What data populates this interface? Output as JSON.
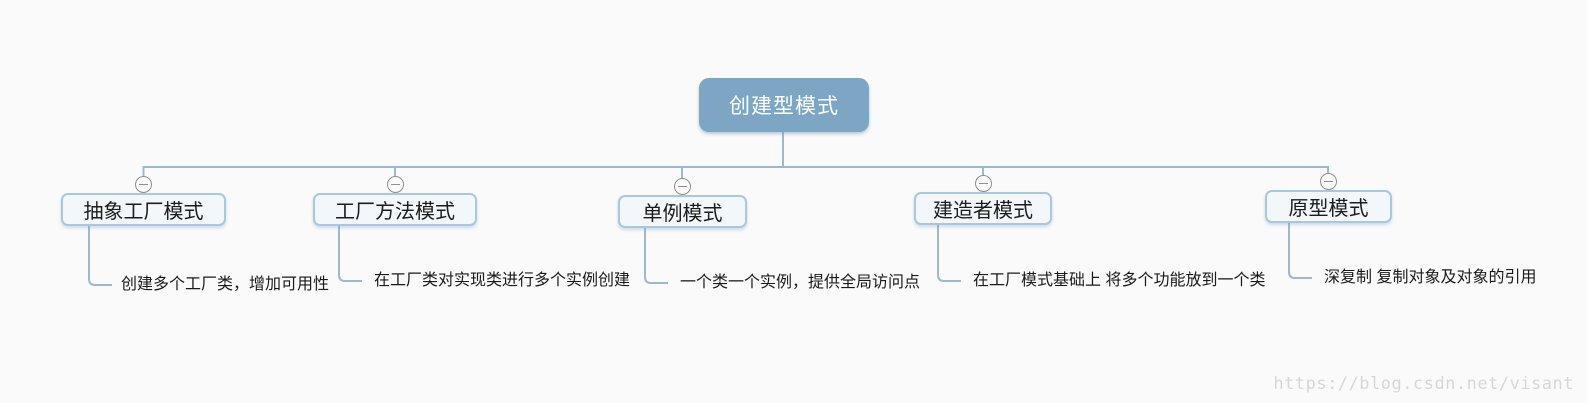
{
  "diagram": {
    "root": {
      "label": "创建型模式"
    },
    "children": [
      {
        "label": "抽象工厂模式",
        "note": "创建多个工厂类，增加可用性"
      },
      {
        "label": "工厂方法模式",
        "note": "在工厂类对实现类进行多个实例创建"
      },
      {
        "label": "单例模式",
        "note": "一个类一个实例，提供全局访问点"
      },
      {
        "label": "建造者模式",
        "note": "在工厂模式基础上 将多个功能放到一个类"
      },
      {
        "label": "原型模式",
        "note": "深复制 复制对象及对象的引用"
      }
    ],
    "collapse_icon": "minus"
  },
  "watermark": {
    "text": "https://blog.csdn.net/visant"
  },
  "colors": {
    "background": "#fafafa",
    "root_fill": "#7ca6c4",
    "root_text": "#ffffff",
    "node_fill": "#f2f7fb",
    "node_border": "#a9c7e0",
    "node_text": "#1c1c1c",
    "connector": "#9db9cd",
    "collapse_icon": "#8f8f8f",
    "watermark_text": "#d8d8d0"
  }
}
